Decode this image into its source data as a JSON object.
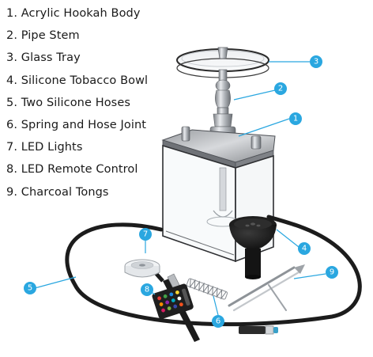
{
  "parts_list": [
    "1. Acrylic Hookah Body",
    "2. Pipe Stem",
    "3. Glass Tray",
    "4. Silicone Tobacco Bowl",
    "5. Two Silicone Hoses",
    "6. Spring and Hose Joint",
    "7. LED Lights",
    "8. LED Remote Control",
    "9. Charcoal Tongs"
  ],
  "callouts": [
    "1",
    "2",
    "3",
    "4",
    "5",
    "6",
    "7",
    "8",
    "9"
  ],
  "colors": {
    "callout_blue": "#2aa7e0",
    "text": "#1a1a1a",
    "hose": "#1c1c1c",
    "steel": "#b9bcc0"
  }
}
